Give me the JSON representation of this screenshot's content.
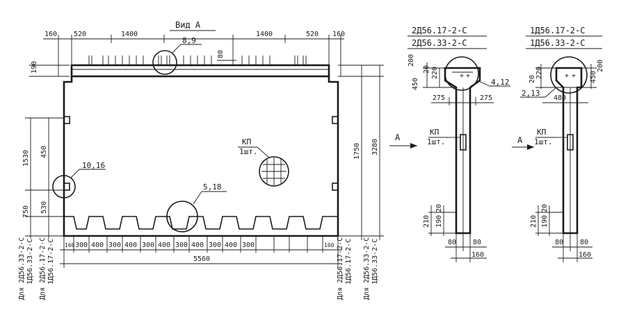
{
  "main_view": {
    "title": "Вид А",
    "top_dims": [
      "160",
      "520",
      "1400",
      "1400",
      "520",
      "160"
    ],
    "height_80": "80",
    "height_190": "190",
    "left_dims": [
      "1530",
      "450",
      "750",
      "530"
    ],
    "right_dims": [
      "1750",
      "3280"
    ],
    "bottom_dims": [
      "160",
      "300",
      "400",
      "300",
      "400",
      "300",
      "400",
      "300",
      "400",
      "300",
      "400",
      "300",
      "160"
    ],
    "total_length": "5560",
    "callouts": [
      "8,9",
      "10,16",
      "5,18"
    ],
    "kp_label": "КП",
    "kp_qty": "1шт.",
    "left_notes": [
      "Для 2Д56.33-2-С",
      "1Д56.33-2-С",
      "Для 2Д56.17-2-С",
      "1Д56.17-2-С"
    ],
    "right_notes": [
      "Для 2Д56.17-2-С",
      "1Д56.17-2-С",
      "Для 2Д56.33-2-С",
      "1Д56.33-2-С"
    ]
  },
  "section_1": {
    "title_top": "2Д56.17-2-С",
    "title_bottom": "2Д56.33-2-С",
    "dims": [
      "200",
      "450",
      "20",
      "220",
      "275",
      "275",
      "210",
      "190",
      "20",
      "80",
      "80",
      "160"
    ],
    "callout": "4,12",
    "kp_label": "КП",
    "kp_qty": "1шт.",
    "arrow_label": "А"
  },
  "section_2": {
    "title_top": "1Д56.17-2-С",
    "title_bottom": "1Д56.33-2-С",
    "dims": [
      "20",
      "220",
      "450",
      "200",
      "480",
      "210",
      "190",
      "20",
      "80",
      "80",
      "160"
    ],
    "callout": "2,13",
    "kp_label": "КП",
    "kp_qty": "1шт.",
    "arrow_label": "А"
  }
}
